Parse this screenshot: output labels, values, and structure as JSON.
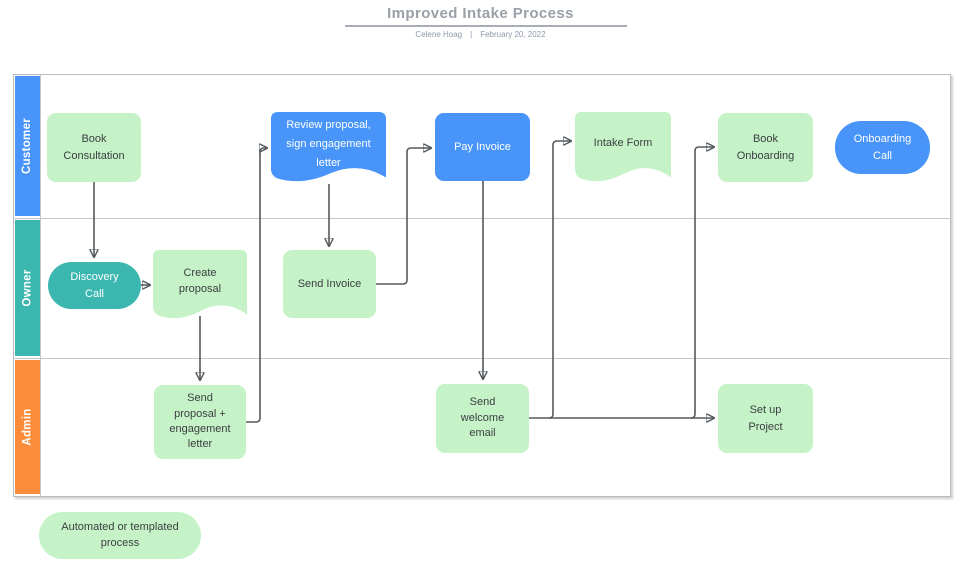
{
  "title": {
    "text": "Improved Intake Process",
    "author": "Celene Hoag",
    "separator": "|",
    "date": "February 20, 2022"
  },
  "lanes": [
    {
      "label": "Customer",
      "color": "#4894f8"
    },
    {
      "label": "Owner",
      "color": "#3bb7b0"
    },
    {
      "label": "Admin",
      "color": "#fb8c3a"
    }
  ],
  "nodes": [
    {
      "id": "book-consultation",
      "label": "Book Consultation",
      "shape": "rounded-rect",
      "color": "#c5f2c7",
      "lane": "Customer"
    },
    {
      "id": "discovery-call",
      "label": "Discovery Call",
      "shape": "stadium",
      "color": "#3bb7b0",
      "lane": "Owner"
    },
    {
      "id": "create-proposal",
      "label": "Create proposal",
      "shape": "document",
      "color": "#c5f2c7",
      "lane": "Owner"
    },
    {
      "id": "review-proposal",
      "label": "Review proposal, sign engagement letter",
      "shape": "document",
      "color": "#4894f8",
      "lane": "Customer"
    },
    {
      "id": "send-invoice",
      "label": "Send Invoice",
      "shape": "rounded-rect",
      "color": "#c5f2c7",
      "lane": "Owner"
    },
    {
      "id": "pay-invoice",
      "label": "Pay Invoice",
      "shape": "rounded-rect",
      "color": "#4894f8",
      "lane": "Customer"
    },
    {
      "id": "send-proposal",
      "label": "Send proposal + engagement letter",
      "shape": "rounded-rect",
      "color": "#c5f2c7",
      "lane": "Admin"
    },
    {
      "id": "send-welcome-email",
      "label": "Send welcome email",
      "shape": "rounded-rect",
      "color": "#c5f2c7",
      "lane": "Admin"
    },
    {
      "id": "intake-form",
      "label": "Intake Form",
      "shape": "document",
      "color": "#c5f2c7",
      "lane": "Customer"
    },
    {
      "id": "book-onboarding",
      "label": "Book Onboarding",
      "shape": "rounded-rect",
      "color": "#c5f2c7",
      "lane": "Customer"
    },
    {
      "id": "onboarding-call",
      "label": "Onboarding Call",
      "shape": "stadium",
      "color": "#4894f8",
      "lane": "Customer"
    },
    {
      "id": "set-up-project",
      "label": "Set up Project",
      "shape": "rounded-rect",
      "color": "#c5f2c7",
      "lane": "Admin"
    }
  ],
  "edges": [
    {
      "from": "book-consultation",
      "to": "discovery-call"
    },
    {
      "from": "discovery-call",
      "to": "create-proposal"
    },
    {
      "from": "create-proposal",
      "to": "send-proposal"
    },
    {
      "from": "send-proposal",
      "to": "review-proposal"
    },
    {
      "from": "review-proposal",
      "to": "send-invoice"
    },
    {
      "from": "send-invoice",
      "to": "pay-invoice"
    },
    {
      "from": "pay-invoice",
      "to": "send-welcome-email"
    },
    {
      "from": "send-welcome-email",
      "to": "intake-form"
    },
    {
      "from": "send-welcome-email",
      "to": "book-onboarding"
    },
    {
      "from": "send-welcome-email",
      "to": "set-up-project"
    }
  ],
  "legend": {
    "label": "Automated or templated process"
  },
  "colors": {
    "customer_lane": "#4894f8",
    "owner_lane": "#3bb7b0",
    "admin_lane": "#fb8c3a",
    "process_green": "#c5f2c7",
    "shape_blue": "#4894f8",
    "shape_teal": "#3bb7b0",
    "connector": "#555a5e",
    "frame_gray": "#b9bcc0",
    "title_gray": "#9aa0a9"
  }
}
